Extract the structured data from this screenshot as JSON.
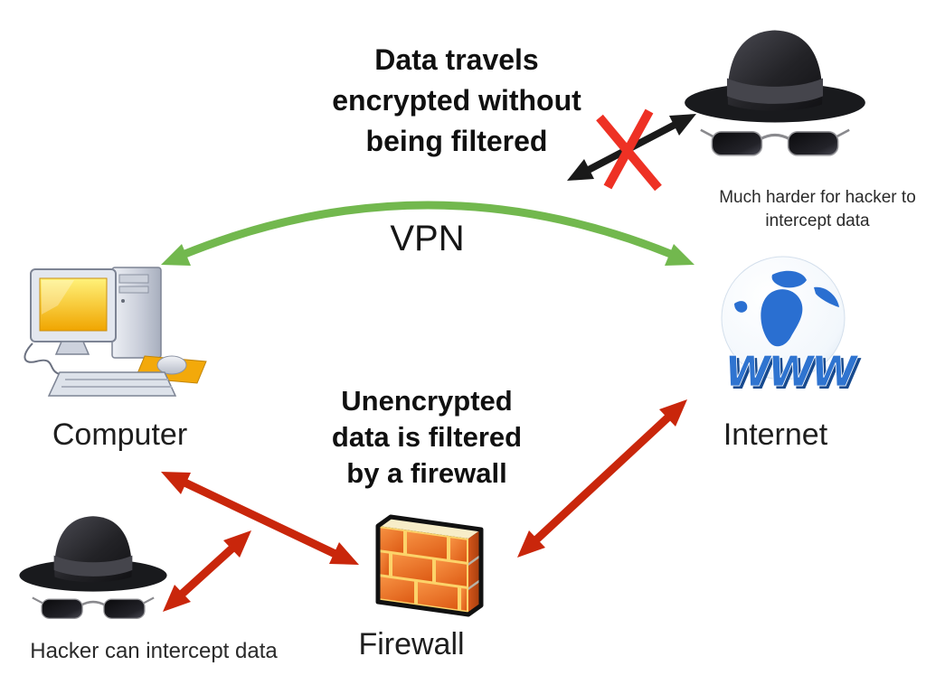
{
  "texts": {
    "title_top": "Data travels\nencrypted without\nbeing filtered",
    "caption_hacker_top": "Much harder for hacker to\nintercept data",
    "vpn": "VPN",
    "computer": "Computer",
    "internet": "Internet",
    "title_mid": "Unencrypted\ndata is filtered\nby a firewall",
    "firewall": "Firewall",
    "caption_hacker_bottom": "Hacker can intercept data",
    "www": "WWW"
  },
  "colors": {
    "vpn_green": "#72b84e",
    "attack_red": "#c9260b",
    "cross_red": "#ee3124",
    "arrow_black": "#1a1a1a",
    "text_black": "#1c1c1c",
    "brick_orange": "#e05a14",
    "mortar_yellow": "#fcd36a",
    "globe_blue": "#2a6fd1",
    "www_blue": "#2f74d0",
    "screen_yellow": "#f0a500"
  },
  "icons": {
    "hacker_top": "hacker-hat-sunglasses-icon",
    "hacker_bottom": "hacker-hat-sunglasses-icon",
    "computer": "desktop-computer-icon",
    "internet": "globe-www-icon",
    "firewall": "brick-wall-icon",
    "vpn_arrow": "green-curved-double-arrow",
    "blocked_arrow": "black-double-arrow-with-red-cross",
    "attack_arrows": "red-double-arrow"
  }
}
